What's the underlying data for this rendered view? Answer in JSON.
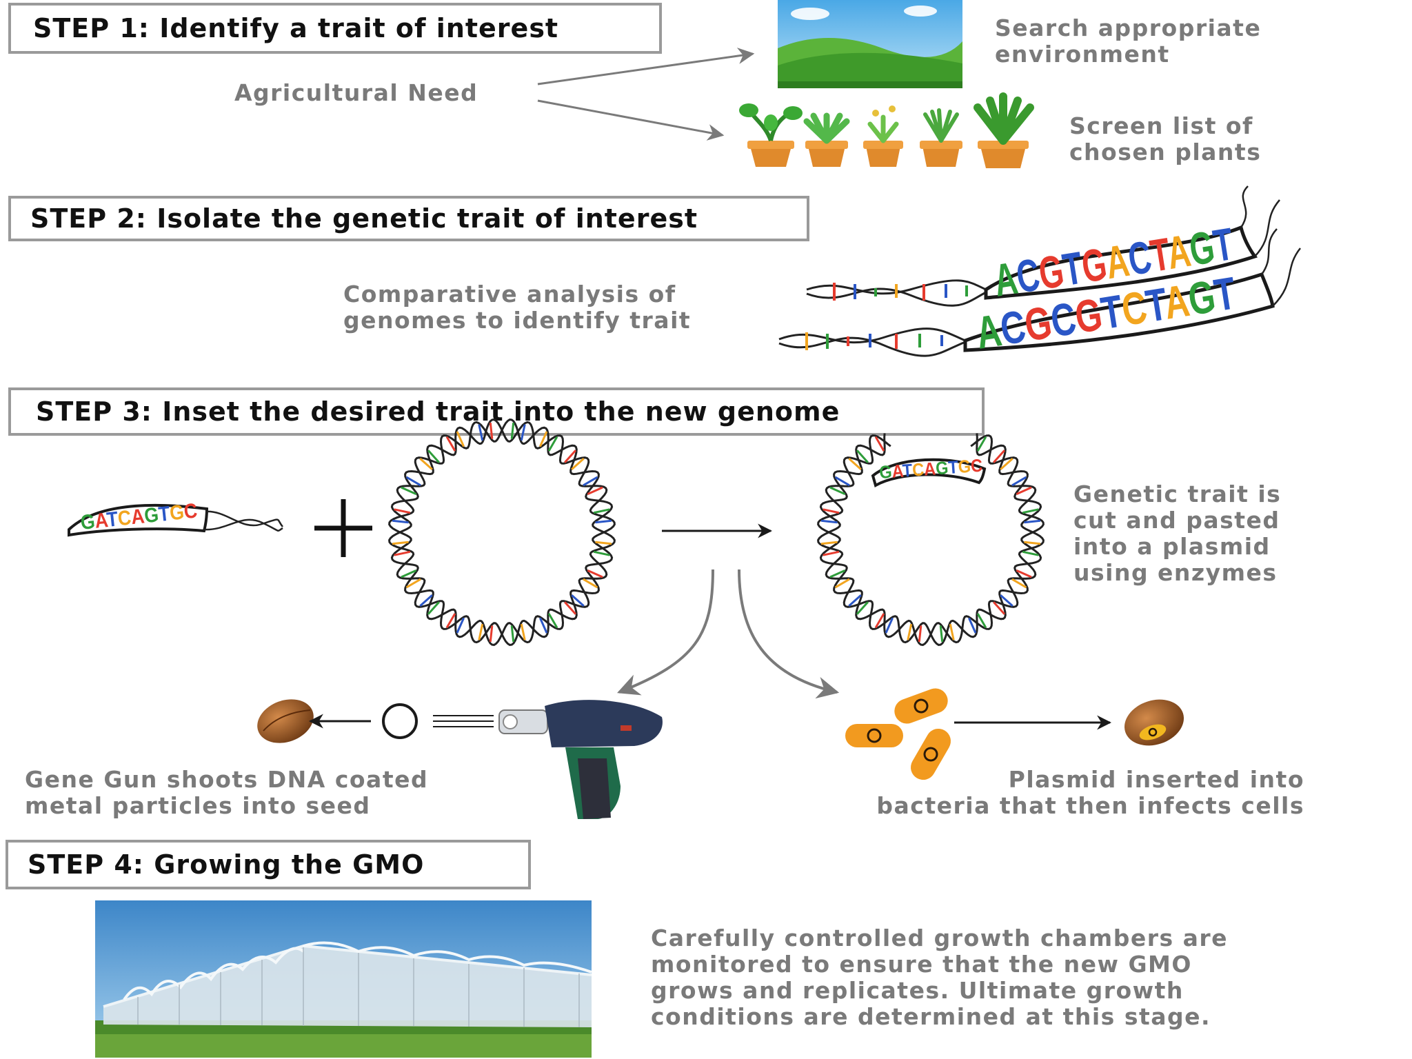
{
  "steps": [
    {
      "label": "STEP 1: Identify a trait of interest"
    },
    {
      "label": "STEP 2: Isolate the genetic trait of interest"
    },
    {
      "label": "STEP 3: Inset the desired trait into the new genome"
    },
    {
      "label": "STEP 4: Growing the GMO"
    }
  ],
  "step1": {
    "source": "Agricultural Need",
    "env_line1": "Search appropriate",
    "env_line2": "environment",
    "plants_line1": "Screen list of",
    "plants_line2": "chosen plants"
  },
  "step2": {
    "caption_line1": "Comparative analysis of",
    "caption_line2": "genomes to identify trait",
    "seq1": "ACGTGACTAGT",
    "seq2": "ACGCGTCTAGT"
  },
  "step3": {
    "fragment_seq": "GATCAGTGC",
    "plasmid_seq": "GATCAGTGC",
    "plus_symbol": "+",
    "caption_lines": [
      "Genetic trait is",
      "cut and pasted",
      "into a plasmid",
      "using enzymes"
    ],
    "gene_gun_line1": "Gene Gun shoots DNA coated",
    "gene_gun_line2": "metal particles into seed",
    "bacteria_line1": "Plasmid inserted into",
    "bacteria_line2": "bacteria that then infects cells"
  },
  "step4": {
    "caption_lines": [
      "Carefully controlled growth chambers are",
      "monitored to ensure that the new GMO",
      "grows and replicates. Ultimate growth",
      "conditions are determined at this stage."
    ]
  },
  "colors": {
    "border": "#9a9a9a",
    "caption": "#7a7a7a",
    "base_a": "#e63b2e",
    "base_c": "#f2a51f",
    "base_g": "#2e9d3a",
    "base_t": "#2a56c6",
    "bacteria": "#f29a1f"
  }
}
